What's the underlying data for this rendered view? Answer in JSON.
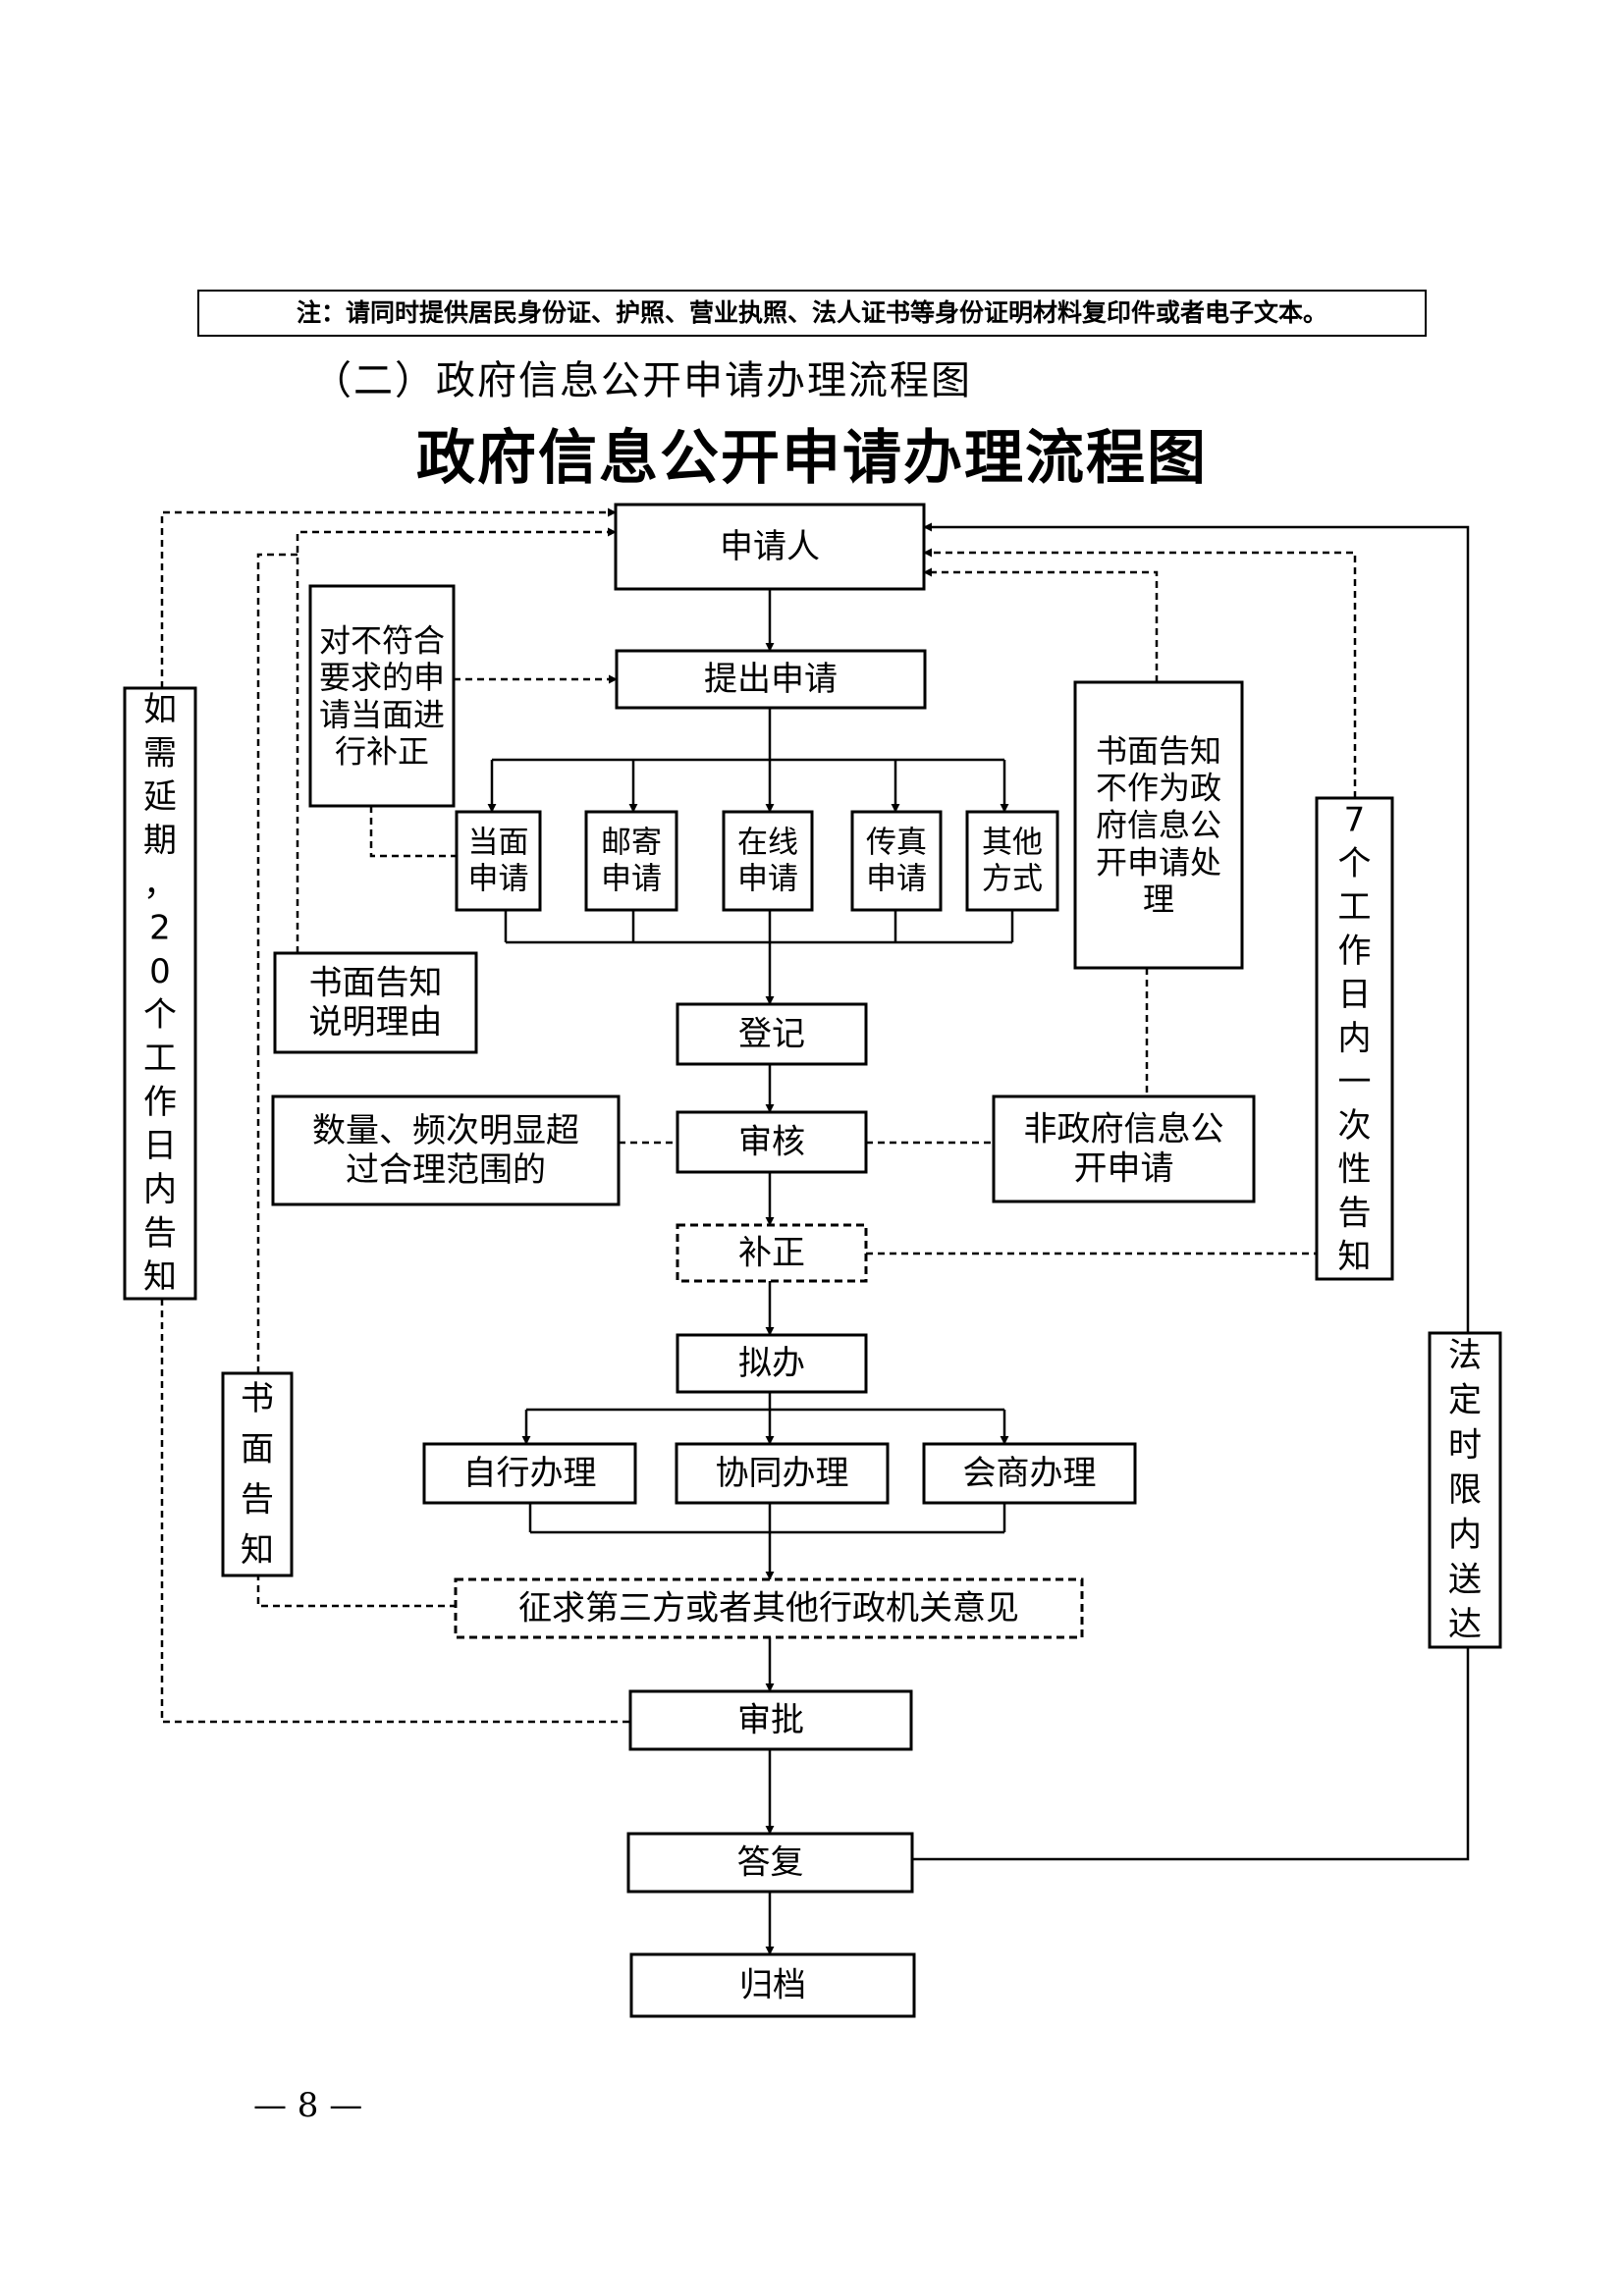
{
  "note": "注：请同时提供居民身份证、护照、营业执照、法人证书等身份证明材料复印件或者电子文本。",
  "subheading": "（二）政府信息公开申请办理流程图",
  "title": "政府信息公开申请办理流程图",
  "page_number": "— 8 —",
  "nodes": {
    "applicant": "申请人",
    "submit": "提出申请",
    "in_person": "当面申请",
    "mail": "邮寄申请",
    "online": "在线申请",
    "fax": "传真申请",
    "other": "其他方式",
    "register": "登记",
    "review": "审核",
    "supplement": "补正",
    "draft": "拟办",
    "self_handle": "自行办理",
    "joint_handle": "协同办理",
    "consult_handle": "会商办理",
    "solicit": "征求第三方或者其他行政机关意见",
    "approve": "审批",
    "reply": "答复",
    "archive": "归档",
    "correct_on_site": "对不符合要求的申请当面进行补正",
    "written_reason": "书面告知说明理由",
    "excessive": "数量、频次明显超过合理范围的",
    "non_gov": "非政府信息公开申请",
    "written_not_handled": "书面告知不作为政府信息公开申请处理",
    "one_time_notice": "7个工作日内一次性告知",
    "extension": "如需延期，20个工作日内告知",
    "written_notice": "书面告知",
    "legal_deadline": "法定时限内送达"
  }
}
